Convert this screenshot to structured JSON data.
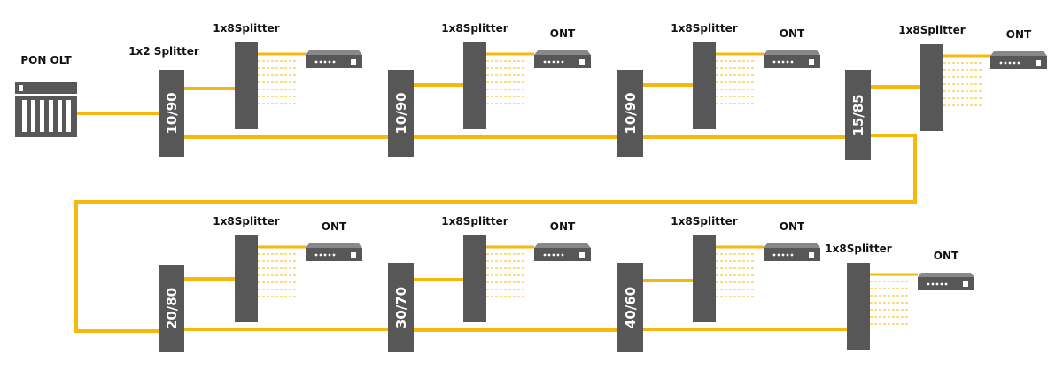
{
  "colors": {
    "fiber": "#f5b80f",
    "device": "#575757",
    "text": "#111111",
    "device_text": "#ffffff"
  },
  "olt": {
    "label": "PON OLT",
    "icon": "olt-chassis-icon"
  },
  "main_splitter": {
    "label": "1x2 Splitter",
    "ratio": "10/90"
  },
  "taps": [
    {
      "ratio": "10/90",
      "splitter_label": "1x8Splitter",
      "ont_label": "ONT"
    },
    {
      "ratio": "10/90",
      "splitter_label": "1x8Splitter",
      "ont_label": "ONT"
    },
    {
      "ratio": "15/85",
      "splitter_label": "1x8Splitter",
      "ont_label": "ONT"
    },
    {
      "ratio": "20/80",
      "splitter_label": "1x8Splitter",
      "ont_label": "ONT"
    },
    {
      "ratio": "30/70",
      "splitter_label": "1x8Splitter",
      "ont_label": "ONT"
    },
    {
      "ratio": "40/60",
      "splitter_label": "1x8Splitter",
      "ont_label": "ONT"
    }
  ],
  "first_branch": {
    "splitter_label": "1x8Splitter",
    "ont_label": ""
  },
  "end_of_line": {
    "splitter_label": "1x8Splitter",
    "ont_label": "ONT"
  },
  "ont_icon": "ont-device-icon"
}
